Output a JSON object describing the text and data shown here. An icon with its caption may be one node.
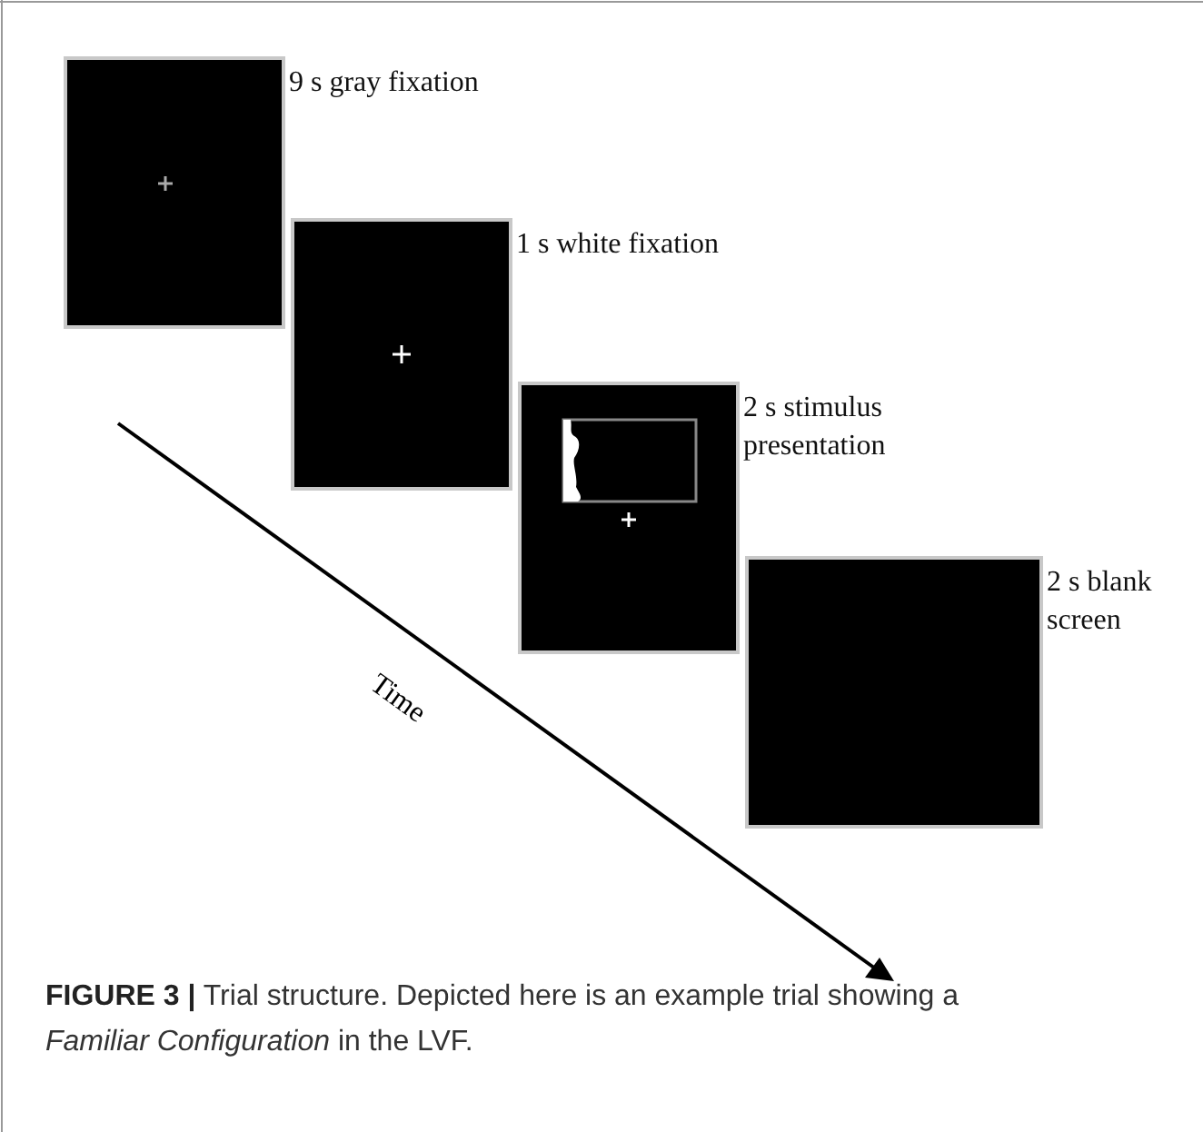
{
  "diagram": {
    "caption": "**FIGURE 3 |** Trial structure. Depicted here is an example trial showing a *Familiar Configuration* in the LVF.",
    "nodes": [
      {
        "text": [],
        "shape": "box",
        "beside": [
          "9 s gray fixation"
        ]
      },
      {
        "text": [],
        "shape": "box",
        "beside": [
          "1 s white fixation"
        ]
      },
      {
        "text": [],
        "shape": "box",
        "beside": [
          "2 s stimulus presentation"
        ]
      },
      {
        "text": [],
        "shape": "box",
        "beside": [
          "2 s blank screen"
        ]
      }
    ],
    "edges": [],
    "labels": [
      "Time"
    ]
  }
}
